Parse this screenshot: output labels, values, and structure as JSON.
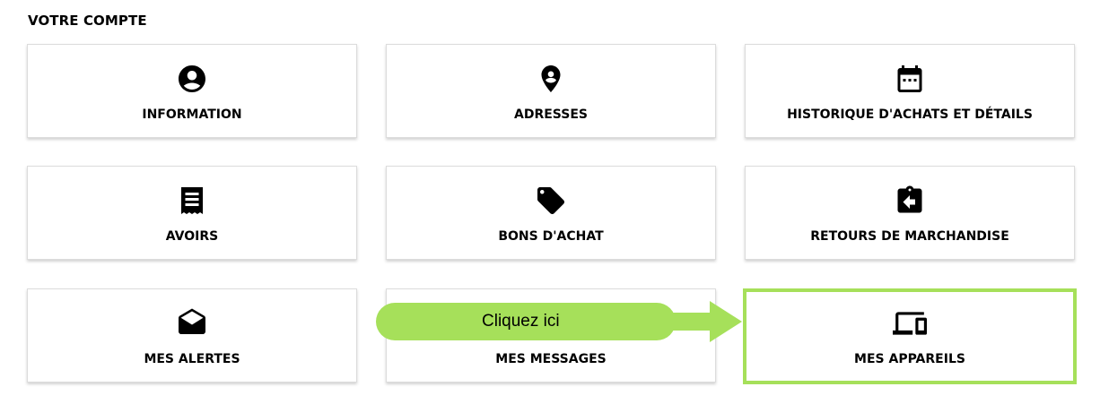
{
  "page": {
    "title": "VOTRE COMPTE"
  },
  "tiles": [
    {
      "label": "INFORMATION",
      "icon": "account-circle-icon"
    },
    {
      "label": "ADRESSES",
      "icon": "location-pin-icon"
    },
    {
      "label": "HISTORIQUE D'ACHATS ET DÉTAILS",
      "icon": "calendar-icon"
    },
    {
      "label": "AVOIRS",
      "icon": "receipt-icon"
    },
    {
      "label": "BONS D'ACHAT",
      "icon": "tag-icon"
    },
    {
      "label": "RETOURS DE MARCHANDISE",
      "icon": "assignment-return-icon"
    },
    {
      "label": "MES ALERTES",
      "icon": "open-envelope-icon"
    },
    {
      "label": "MES MESSAGES",
      "icon": "message-icon"
    },
    {
      "label": "MES APPAREILS",
      "icon": "devices-icon"
    }
  ],
  "callout": {
    "text": "Cliquez ici",
    "color": "#a6e05a"
  },
  "colors": {
    "highlight": "#a6e05a",
    "tile_border": "#dcdcdc"
  }
}
